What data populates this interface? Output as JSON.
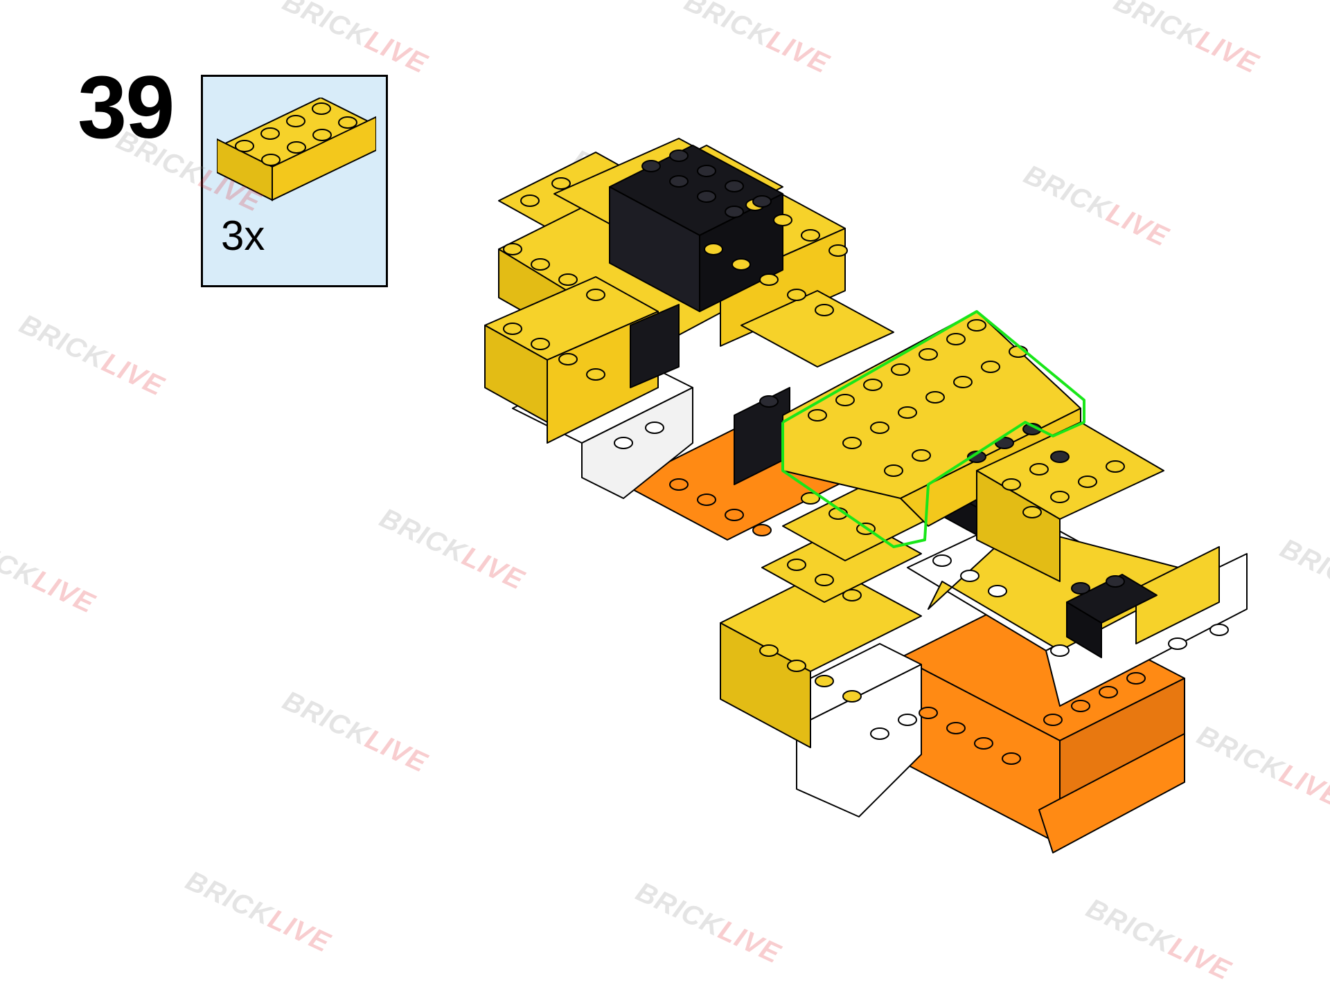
{
  "step": {
    "number": "39"
  },
  "parts_list": {
    "quantity": "3x",
    "part": "brick-2x4",
    "part_color": "#f6d22a"
  },
  "watermark": {
    "brand_a": "BRICK",
    "brand_b": "LIVE"
  },
  "highlight_color": "#19e619",
  "colors": {
    "yellow": "#f6d22a",
    "black": "#17171c",
    "white": "#ffffff",
    "orange": "#ff8a14",
    "panel": "#d8ecf9"
  }
}
